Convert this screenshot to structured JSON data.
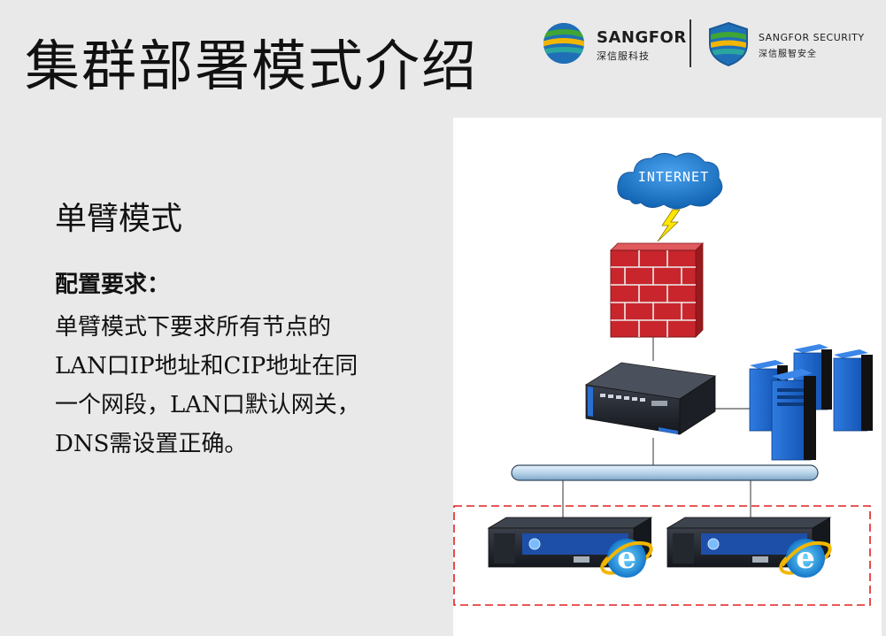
{
  "slide": {
    "title": "集群部署模式介绍",
    "subheading": "单臂模式",
    "requirement_label": "配置要求：",
    "description_lines": [
      "单臂模式下要求所有节点的",
      "LAN口IP地址和CIP地址在同",
      "一个网段，LAN口默认网关，",
      "DNS需设置正确。"
    ]
  },
  "logos": {
    "sangfor": {
      "name": "SANGFOR",
      "subtitle": "深信服科技"
    },
    "security": {
      "name": "SANGFOR SECURITY",
      "subtitle": "深信服智安全"
    }
  },
  "diagram": {
    "cloud_label": "INTERNET",
    "colors": {
      "cloud": "#1a78c8",
      "firewall_brick": "#c8262c",
      "bus": "#b9d4ea",
      "cluster_border": "#e02020",
      "server_blue": "#1e66c8"
    },
    "icons": [
      "internet-cloud",
      "lightning-bolt",
      "firewall",
      "network-device",
      "server-stack",
      "network-bus",
      "appliance",
      "ie-logo"
    ]
  }
}
